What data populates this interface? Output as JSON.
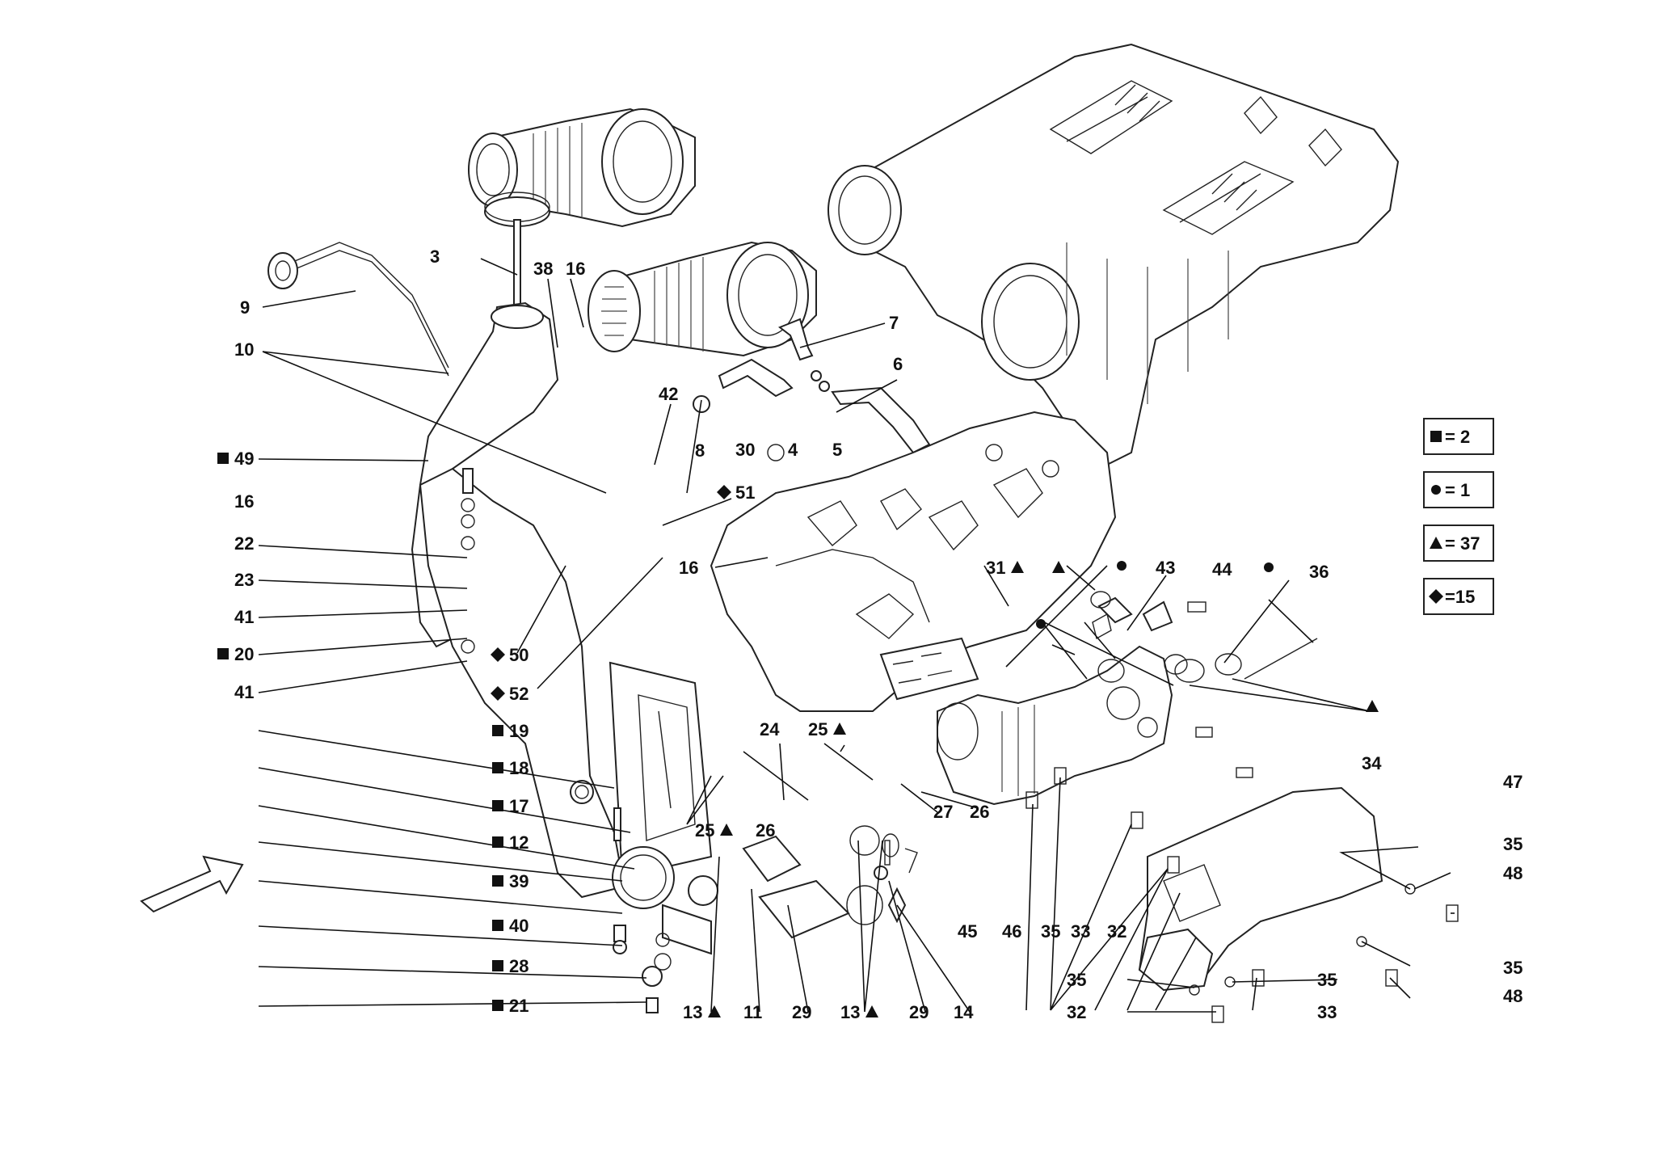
{
  "callouts": [
    {
      "id": "c3",
      "text": "3",
      "sym": null
    },
    {
      "id": "c38",
      "text": "38",
      "sym": null
    },
    {
      "id": "c16a",
      "text": "16",
      "sym": null
    },
    {
      "id": "c9",
      "text": "9",
      "sym": null
    },
    {
      "id": "c10",
      "text": "10",
      "sym": null
    },
    {
      "id": "c7",
      "text": "7",
      "sym": null
    },
    {
      "id": "c6",
      "text": "6",
      "sym": null
    },
    {
      "id": "c42",
      "text": "42",
      "sym": null
    },
    {
      "id": "c30",
      "text": "30",
      "sym": null
    },
    {
      "id": "c4",
      "text": "4",
      "sym": null
    },
    {
      "id": "c5",
      "text": "5",
      "sym": null
    },
    {
      "id": "c49",
      "text": "49",
      "sym": "square"
    },
    {
      "id": "c8",
      "text": "8",
      "sym": null
    },
    {
      "id": "c51",
      "text": "51",
      "sym": "diamond"
    },
    {
      "id": "c16b",
      "text": "16",
      "sym": null
    },
    {
      "id": "c22",
      "text": "22",
      "sym": null
    },
    {
      "id": "c16c",
      "text": "16",
      "sym": null
    },
    {
      "id": "c23",
      "text": "23",
      "sym": null
    },
    {
      "id": "c41a",
      "text": "41",
      "sym": null
    },
    {
      "id": "c20",
      "text": "20",
      "sym": "square"
    },
    {
      "id": "c41b",
      "text": "41",
      "sym": null
    },
    {
      "id": "c50",
      "text": "50",
      "sym": "diamond"
    },
    {
      "id": "c52",
      "text": "52",
      "sym": "diamond"
    },
    {
      "id": "c31",
      "text": "31",
      "sym": "triangle"
    },
    {
      "id": "c31t",
      "text": "",
      "sym": "triangle"
    },
    {
      "id": "cdot1",
      "text": "",
      "sym": "dot"
    },
    {
      "id": "c43",
      "text": "43",
      "sym": null
    },
    {
      "id": "c44",
      "text": "44",
      "sym": null
    },
    {
      "id": "cdot2",
      "text": "",
      "sym": "dot"
    },
    {
      "id": "c36",
      "text": "36",
      "sym": null
    },
    {
      "id": "cdot3",
      "text": "",
      "sym": "dot"
    },
    {
      "id": "ctri1",
      "text": "",
      "sym": "triangle"
    },
    {
      "id": "c19",
      "text": "19",
      "sym": "square"
    },
    {
      "id": "c18",
      "text": "18",
      "sym": "square"
    },
    {
      "id": "c17",
      "text": "17",
      "sym": "square"
    },
    {
      "id": "c12",
      "text": "12",
      "sym": "square"
    },
    {
      "id": "c39",
      "text": "39",
      "sym": "square"
    },
    {
      "id": "c40",
      "text": "40",
      "sym": "square"
    },
    {
      "id": "c28",
      "text": "28",
      "sym": "square"
    },
    {
      "id": "c21",
      "text": "21",
      "sym": "square"
    },
    {
      "id": "c24",
      "text": "24",
      "sym": null
    },
    {
      "id": "c25a",
      "text": "25",
      "sym": "triangle"
    },
    {
      "id": "c25b",
      "text": "25",
      "sym": "triangle"
    },
    {
      "id": "c26a",
      "text": "26",
      "sym": null
    },
    {
      "id": "c27",
      "text": "27",
      "sym": null
    },
    {
      "id": "c26b",
      "text": "26",
      "sym": null
    },
    {
      "id": "c34",
      "text": "34",
      "sym": null
    },
    {
      "id": "c47",
      "text": "47",
      "sym": null
    },
    {
      "id": "c35a",
      "text": "35",
      "sym": null
    },
    {
      "id": "c48a",
      "text": "48",
      "sym": null
    },
    {
      "id": "c13a",
      "text": "13",
      "sym": "triangle"
    },
    {
      "id": "c11",
      "text": "11",
      "sym": null
    },
    {
      "id": "c29a",
      "text": "29",
      "sym": null
    },
    {
      "id": "c13b",
      "text": "13",
      "sym": "triangle"
    },
    {
      "id": "c29b",
      "text": "29",
      "sym": null
    },
    {
      "id": "c14",
      "text": "14",
      "sym": null
    },
    {
      "id": "c45",
      "text": "45",
      "sym": null
    },
    {
      "id": "c46",
      "text": "46",
      "sym": null
    },
    {
      "id": "c35b",
      "text": "35",
      "sym": null
    },
    {
      "id": "c33a",
      "text": "33",
      "sym": null
    },
    {
      "id": "c32a",
      "text": "32",
      "sym": null
    },
    {
      "id": "c35c",
      "text": "35",
      "sym": null
    },
    {
      "id": "c35d",
      "text": "35",
      "sym": null
    },
    {
      "id": "c48b",
      "text": "48",
      "sym": null
    },
    {
      "id": "c35e",
      "text": "35",
      "sym": null
    },
    {
      "id": "c33b",
      "text": "33",
      "sym": null
    },
    {
      "id": "c32b",
      "text": "32",
      "sym": null
    }
  ],
  "legend": [
    {
      "sym": "square",
      "text": "= 2"
    },
    {
      "sym": "dot",
      "text": "= 1"
    },
    {
      "sym": "triangle",
      "text": "= 37"
    },
    {
      "sym": "diamond",
      "text": "=15"
    }
  ]
}
